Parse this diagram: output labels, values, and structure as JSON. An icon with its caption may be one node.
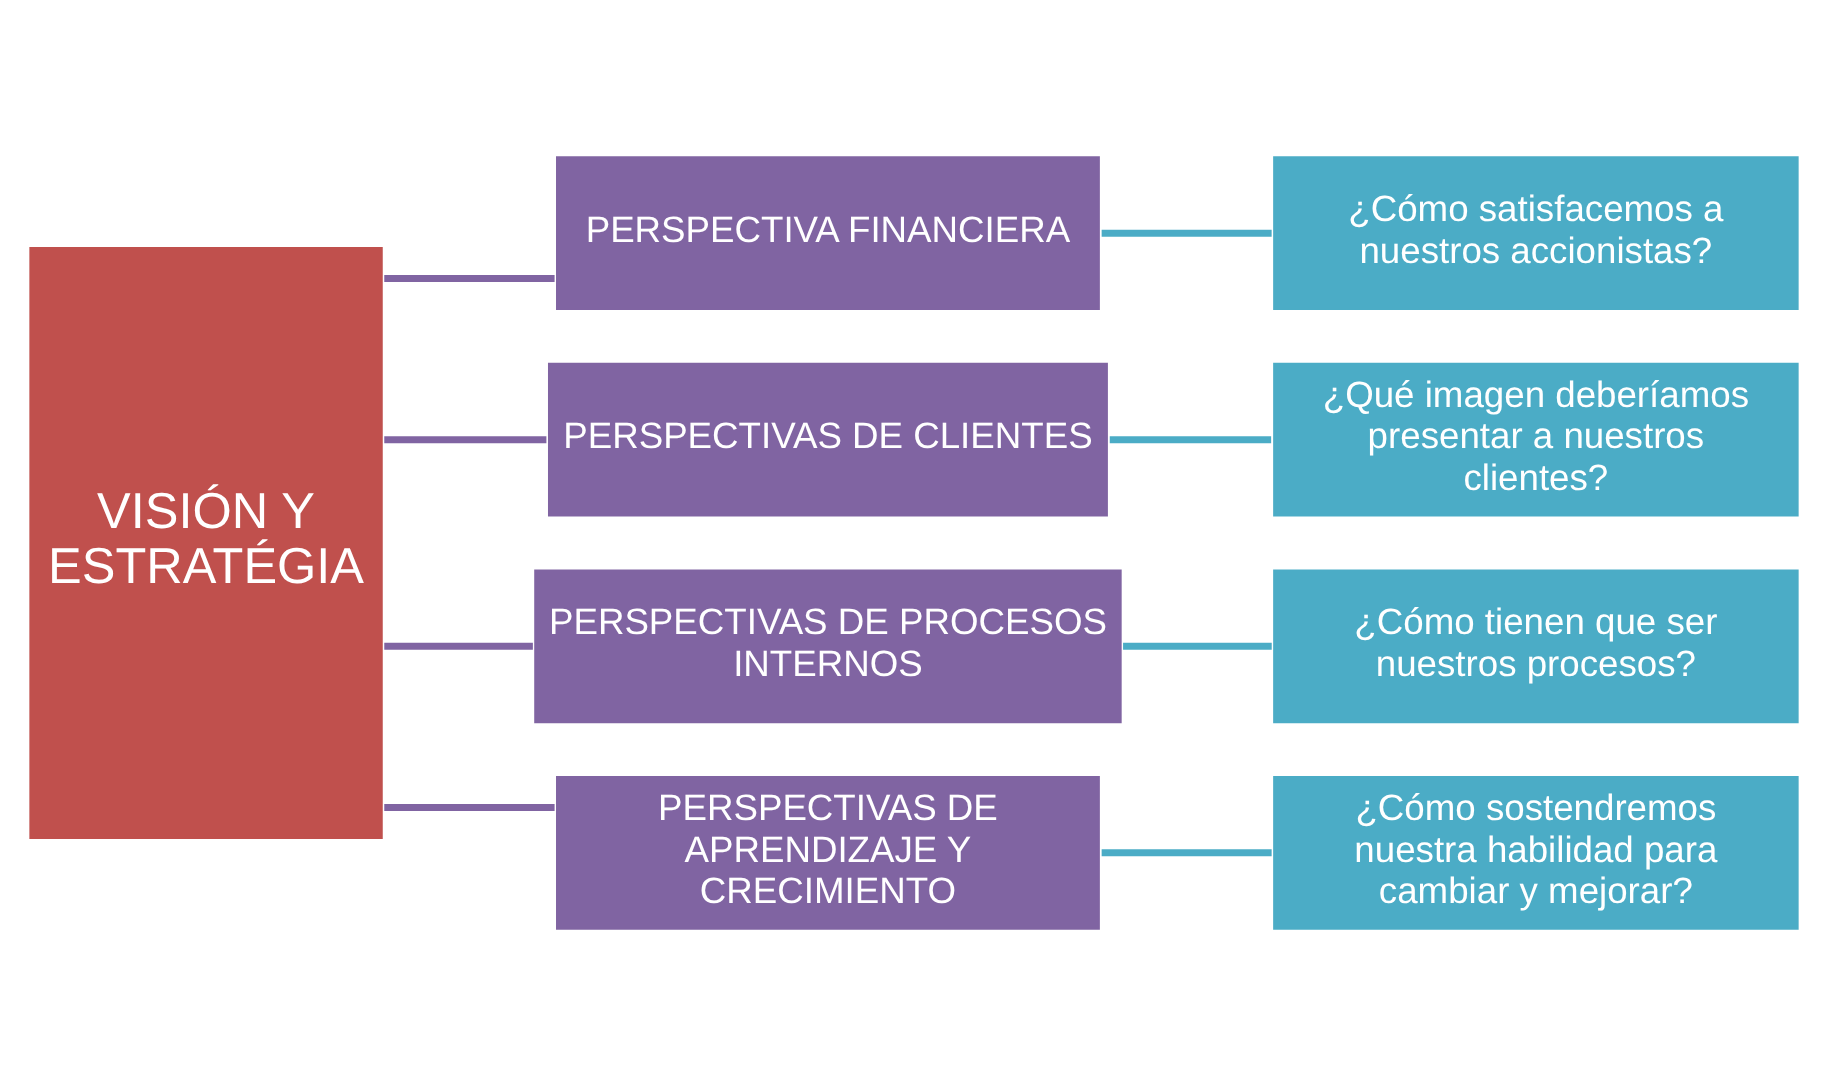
{
  "diagram": {
    "nodes": [
      {
        "text": [
          "VISIÓN Y ESTRATÉGIA"
        ]
      },
      {
        "text": [
          "PERSPECTIVA FINANCIERA"
        ]
      },
      {
        "text": [
          "PERSPECTIVAS DE CLIENTES"
        ]
      },
      {
        "text": [
          "PERSPECTIVAS DE PROCESOS INTERNOS"
        ]
      },
      {
        "text": [
          "PERSPECTIVAS DE APRENDIZAJE Y CRECIMIENTO"
        ]
      },
      {
        "text": [
          "¿Cómo satisfacemos a nuestros accionistas?"
        ]
      },
      {
        "text": [
          "¿Qué imagen deberíamos presentar a nuestros clientes?"
        ]
      },
      {
        "text": [
          "¿Cómo tienen que ser nuestros procesos?"
        ]
      },
      {
        "text": [
          "¿Cómo sostendremos nuestra habilidad para cambiar y mejorar?"
        ]
      }
    ],
    "edges": [
      {
        "from": 0,
        "to": 1,
        "arrow": "none",
        "color": "#8064a2"
      },
      {
        "from": 0,
        "to": 2,
        "arrow": "none",
        "color": "#8064a2"
      },
      {
        "from": 0,
        "to": 3,
        "arrow": "none",
        "color": "#8064a2"
      },
      {
        "from": 0,
        "to": 4,
        "arrow": "none",
        "color": "#8064a2"
      },
      {
        "from": 1,
        "to": 5,
        "arrow": "none",
        "color": "#4bacc6"
      },
      {
        "from": 2,
        "to": 6,
        "arrow": "none",
        "color": "#4bacc6"
      },
      {
        "from": 3,
        "to": 7,
        "arrow": "none",
        "color": "#4bacc6"
      },
      {
        "from": 4,
        "to": 8,
        "arrow": "none",
        "color": "#4bacc6"
      }
    ]
  }
}
